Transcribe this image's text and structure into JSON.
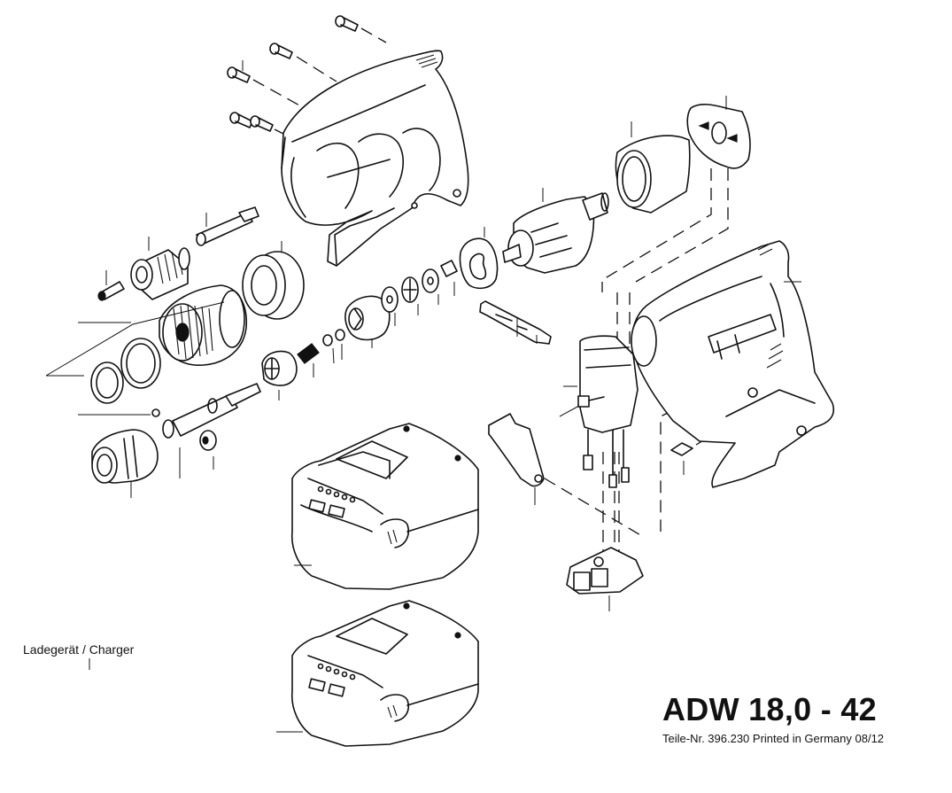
{
  "document": {
    "type": "exploded parts diagram",
    "model_title": "ADW 18,0 - 42",
    "footer": "Teile-Nr. 396.230  Printed in Germany  08/12",
    "labels": {
      "charger": "Ladegerät / Charger"
    }
  },
  "components": [
    {
      "name": "housing-half-shell",
      "description": "Left housing half shell"
    },
    {
      "name": "housing-screws",
      "count": 5
    },
    {
      "name": "motor-armature"
    },
    {
      "name": "motor-magnet-sleeve"
    },
    {
      "name": "brush-holder-plate"
    },
    {
      "name": "bearing-plate"
    },
    {
      "name": "washers-and-spacer"
    },
    {
      "name": "gear-carrier"
    },
    {
      "name": "spring"
    },
    {
      "name": "clutch"
    },
    {
      "name": "spindle"
    },
    {
      "name": "depth-stop-nose"
    },
    {
      "name": "chuck-sleeve"
    },
    {
      "name": "rubber-ring"
    },
    {
      "name": "bit-holder"
    },
    {
      "name": "bit"
    },
    {
      "name": "retaining-rings",
      "count": 2
    },
    {
      "name": "ball"
    },
    {
      "name": "small-sleeve"
    },
    {
      "name": "direction-slider"
    },
    {
      "name": "switch-assembly"
    },
    {
      "name": "trigger"
    },
    {
      "name": "battery-terminal-block"
    },
    {
      "name": "rating-label"
    },
    {
      "name": "housing-right"
    },
    {
      "name": "battery-pack-large"
    },
    {
      "name": "battery-pack-small"
    }
  ]
}
